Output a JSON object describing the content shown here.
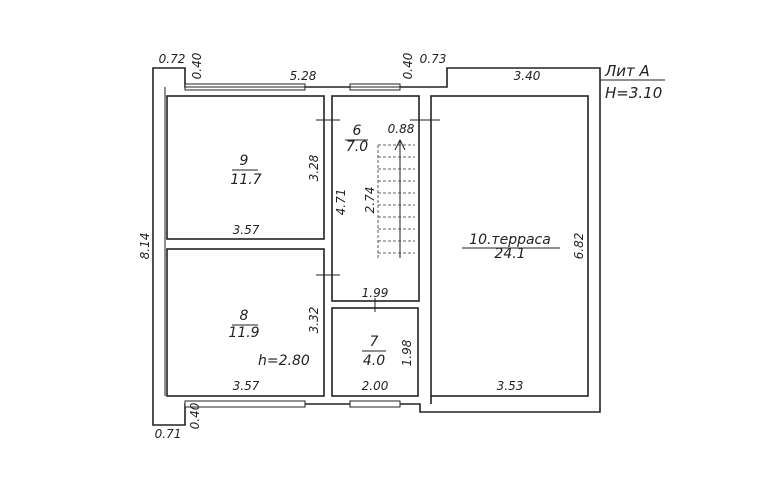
{
  "title": {
    "lit": "Лит А",
    "height": "Н=3.10"
  },
  "rooms": [
    {
      "id": "9",
      "number": "9",
      "area": "11.7"
    },
    {
      "id": "8",
      "number": "8",
      "area": "11.9",
      "note": "h=2.80"
    },
    {
      "id": "6",
      "number": "6",
      "area": "7.0"
    },
    {
      "id": "7",
      "number": "7",
      "area": "4.0"
    },
    {
      "id": "10",
      "number": "10.терраса",
      "area": "24.1"
    }
  ],
  "dimensions": {
    "top_left_corner": "0.72",
    "top_window_left": "0.40",
    "top_span_left": "5.28",
    "top_window_mid": "0.40",
    "top_span_mid": "0.73",
    "top_span_right": "3.40",
    "left_total": "8.14",
    "room9_height": "3.28",
    "room9_width": "3.57",
    "room8_height": "3.32",
    "room8_width": "3.57",
    "corridor_height": "4.71",
    "stair_length": "2.74",
    "stair_width": "0.88",
    "room6_width": "1.99",
    "room7_height": "1.98",
    "room7_width": "2.00",
    "terrace_height": "6.82",
    "terrace_width": "3.53",
    "bottom_window_left": "0.40",
    "bottom_left_corner": "0.71"
  }
}
